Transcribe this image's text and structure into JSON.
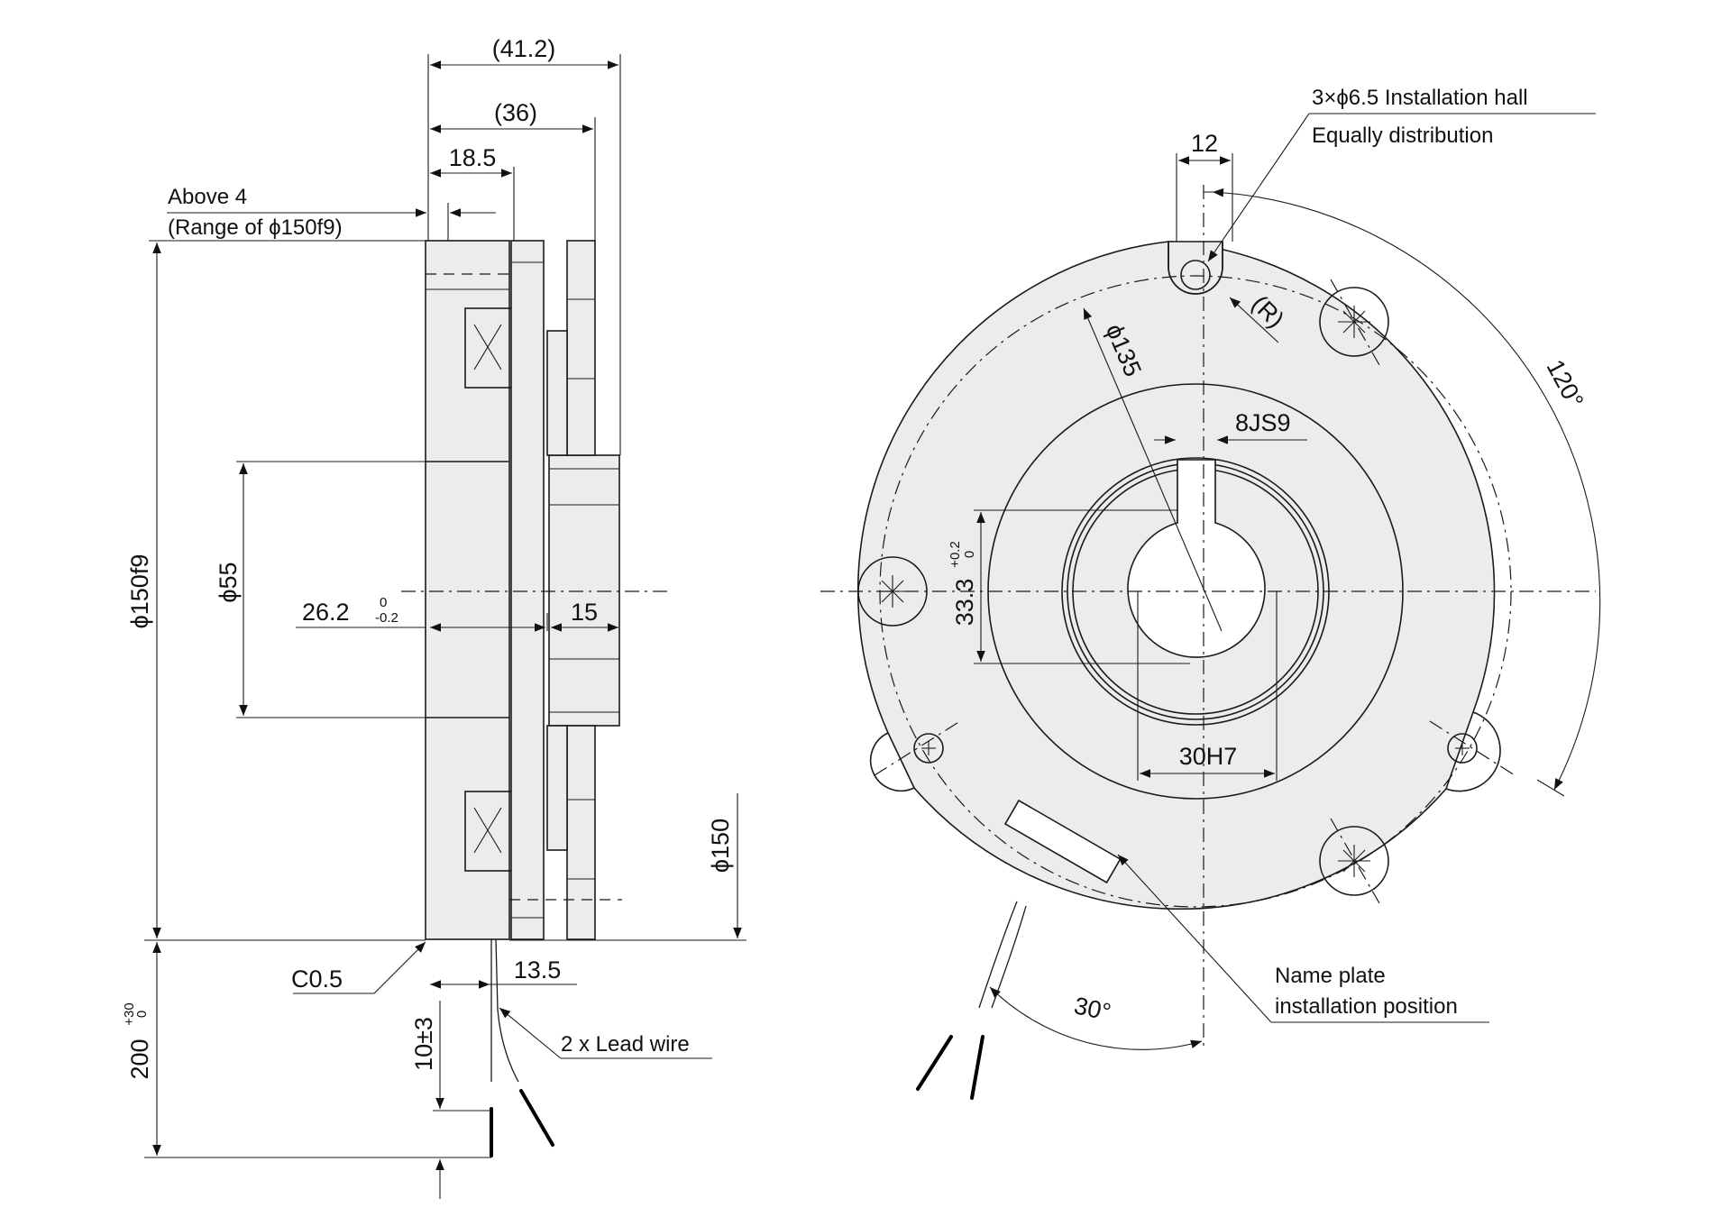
{
  "dims": {
    "d41": "(41.2)",
    "d36": "(36)",
    "d18": "18.5",
    "above_a": "Above 4",
    "above_b": "(Range of ϕ150f9)",
    "d150f9": "ϕ150f9",
    "d55": "ϕ55",
    "d262": "26.2",
    "d262_upper": "0",
    "d262_lower": "-0.2",
    "d15": "15",
    "d150": "ϕ150",
    "c05": "C0.5",
    "d135b": "13.5",
    "d10": "10±3",
    "d200": "200",
    "d200_upper": "+30",
    "d200_lower": "0",
    "lead": "2 x Lead wire",
    "hole_a": "3×ϕ6.5 Installation hall",
    "hole_b": "Equally distribution",
    "d12": "12",
    "r": "(R)",
    "phi135": "ϕ135",
    "a120": "120°",
    "js9": "8JS9",
    "d333": "33.3",
    "d333_upper": "+0.2",
    "d333_lower": "0",
    "h7": "30H7",
    "np_a": "Name plate",
    "np_b": "installation position",
    "a30": "30°"
  }
}
